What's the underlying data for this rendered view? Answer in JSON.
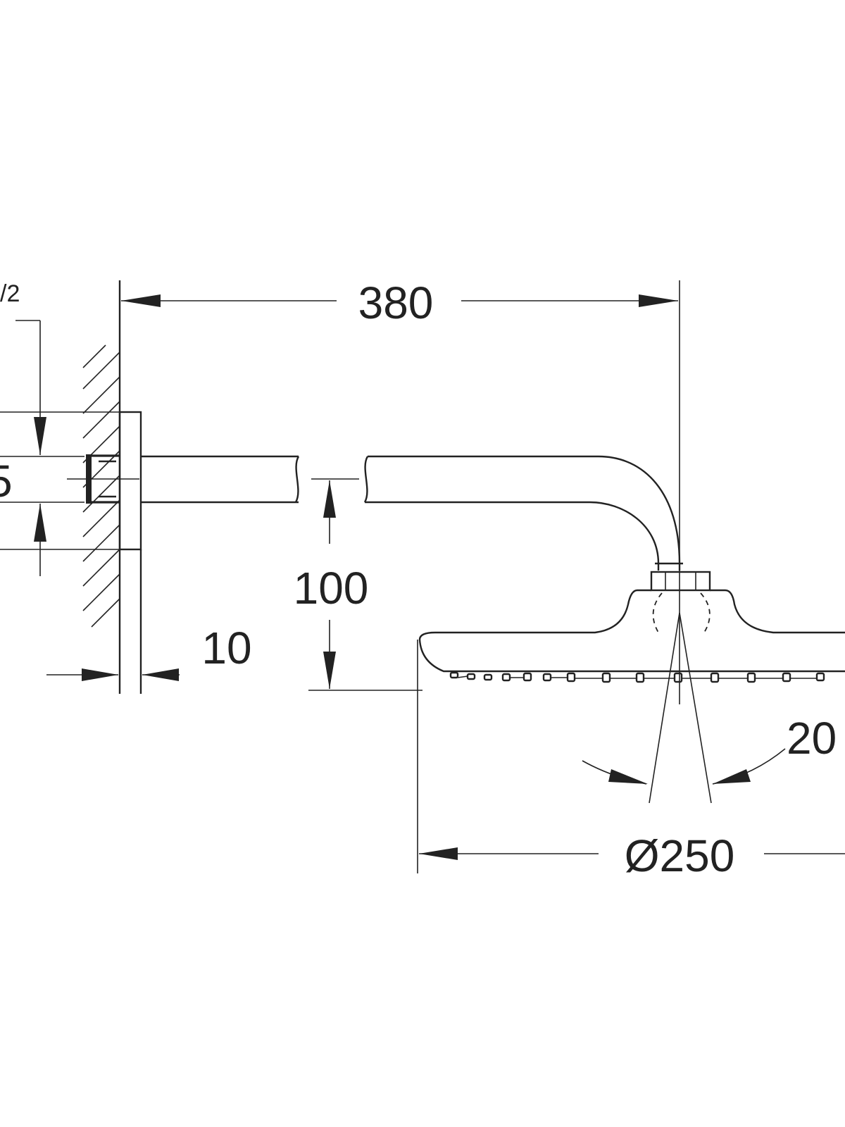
{
  "dimensions": {
    "arm_length": "380",
    "drop_height": "100",
    "flange_depth": "10",
    "head_diameter": "Ø250",
    "spray_angle": "20",
    "thread_fraction": "/2",
    "thread_height_partial": "5"
  },
  "colors": {
    "line": "#222222",
    "background": "#ffffff"
  }
}
